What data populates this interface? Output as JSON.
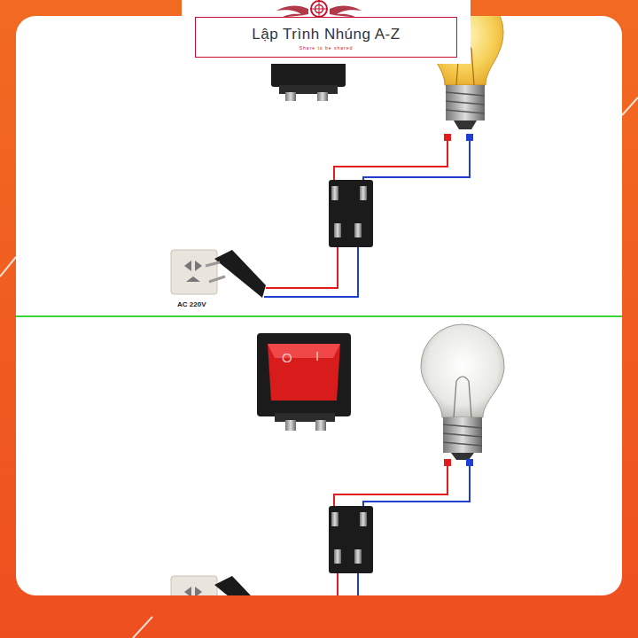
{
  "diagram": {
    "nodes": [
      {
        "text": [
          "Lập Trình Nhúng A-Z",
          "Share to be shared"
        ]
      }
    ],
    "labels": [
      "AC 220V",
      "O",
      "I"
    ]
  }
}
